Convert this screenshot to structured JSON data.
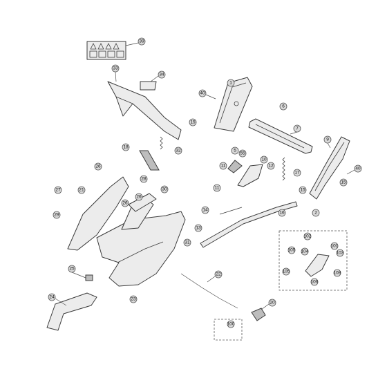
{
  "diagram": {
    "callouts": [
      "39",
      "33",
      "34",
      "40",
      "1",
      "6",
      "15",
      "7",
      "9",
      "40",
      "15",
      "2",
      "5",
      "55",
      "10",
      "12",
      "11",
      "17",
      "11",
      "15",
      "16",
      "14",
      "13",
      "18",
      "32",
      "26",
      "28",
      "30",
      "27",
      "21",
      "26",
      "29",
      "26",
      "31",
      "25",
      "22",
      "24",
      "23",
      "20",
      "100",
      "102",
      "101",
      "105",
      "104",
      "103",
      "105",
      "108",
      "106"
    ]
  }
}
